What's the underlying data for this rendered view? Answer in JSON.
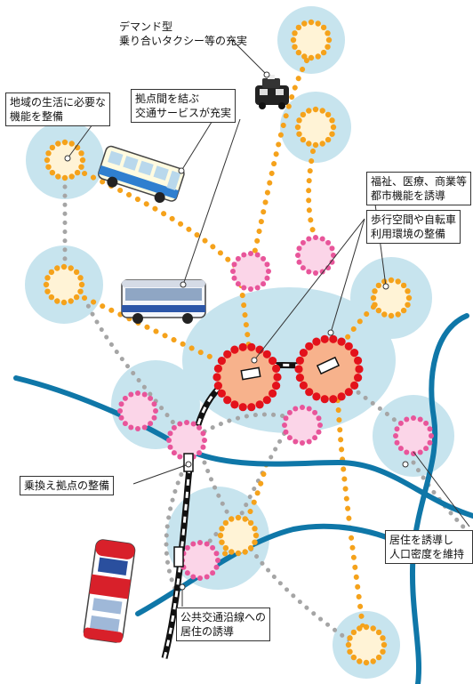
{
  "labels": {
    "demand_taxi": [
      "デマンド型",
      "乗り合いタクシー等の充実"
    ],
    "life_functions": [
      "地域の生活に必要な",
      "機能を整備"
    ],
    "transport_service": [
      "拠点間を結ぶ",
      "交通サービスが充実"
    ],
    "urban_functions": [
      "福祉、医療、商業等",
      "都市機能を誘導"
    ],
    "walk_bike": [
      "歩行空間や自転車",
      "利用環境の整備"
    ],
    "transfer_hub": [
      "乗換え拠点の整備"
    ],
    "residence_density": [
      "居住を誘導し",
      "人口密度を維持"
    ],
    "transit_corridor": [
      "公共交通沿線への",
      "居住の誘導"
    ]
  },
  "colors": {
    "area_fill": "#c7e4ee",
    "orange_dot": "#f5a21b",
    "orange_center": "#fff3d6",
    "pink_dot": "#e8559a",
    "pink_center": "#fbd5e8",
    "red_dot": "#e3121b",
    "red_center": "#f7b28c",
    "gray_dot": "#a5a5a5",
    "river": "#0f77a8",
    "rail": "#111111"
  },
  "icons": {
    "taxi": "taxi-icon",
    "bus_top": "bus-icon",
    "bus_mid": "bus-icon",
    "tram": "tram-icon"
  }
}
